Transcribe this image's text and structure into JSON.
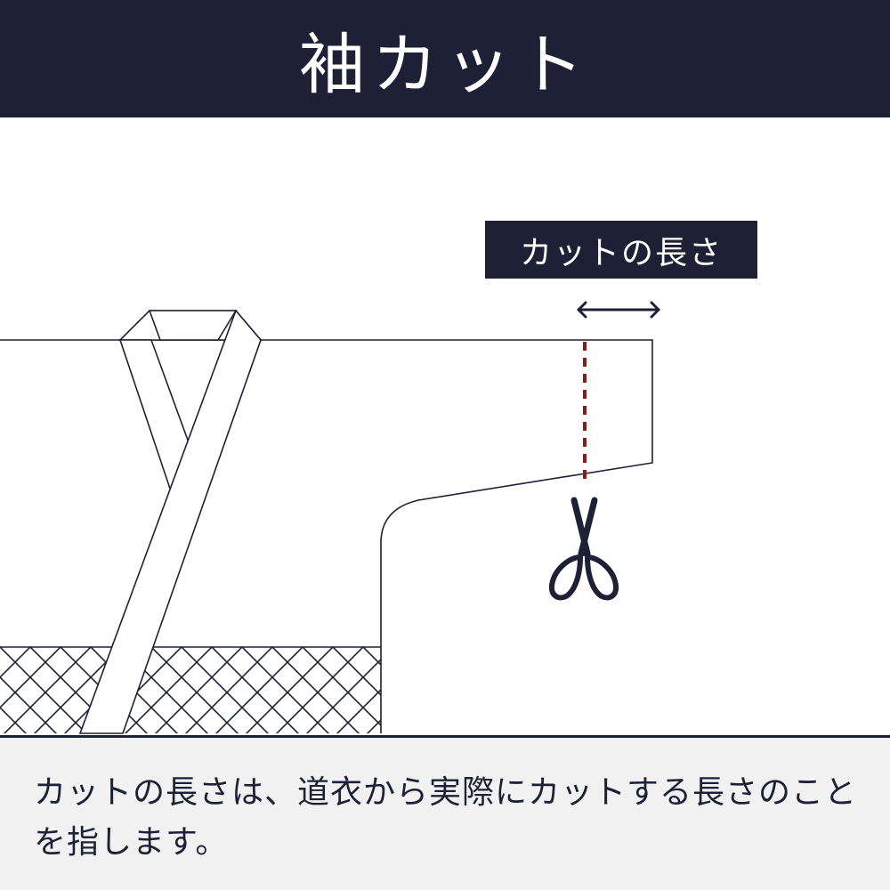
{
  "header": {
    "title": "袖カット"
  },
  "diagram": {
    "cut_length_label": "カットの長さ"
  },
  "footer": {
    "description": "カットの長さは、道衣から実際にカットする長さのことを指します。"
  },
  "colors": {
    "navy": "#1e2035",
    "cut_line": "#8b1a1a",
    "footer_bg": "#f1f1f2",
    "outline": "#1e2035"
  },
  "icons": [
    "scissors-icon",
    "double-arrow-icon"
  ]
}
